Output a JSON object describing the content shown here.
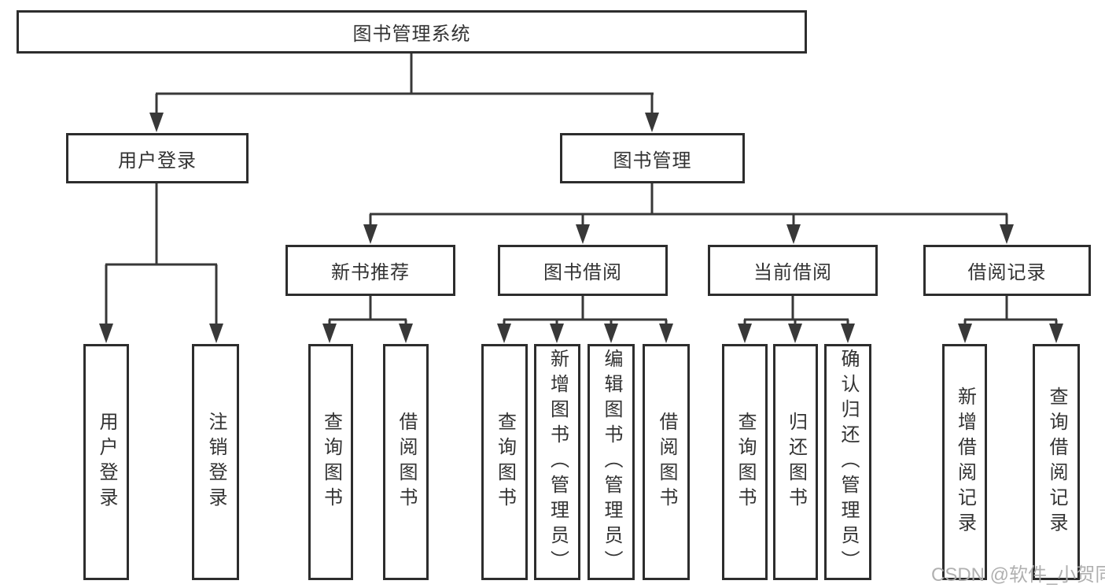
{
  "diagram": {
    "title_node": {
      "label": "图书管理系统"
    },
    "level2": {
      "user_login": {
        "label": "用户登录"
      },
      "book_mgmt": {
        "label": "图书管理"
      }
    },
    "level3": {
      "new_books": {
        "label": "新书推荐"
      },
      "book_borrow": {
        "label": "图书借阅"
      },
      "current_borrow": {
        "label": "当前借阅"
      },
      "borrow_records": {
        "label": "借阅记录"
      }
    },
    "level4": {
      "user_login_v": {
        "label": "用户登录"
      },
      "logout_v": {
        "label": "注销登录"
      },
      "query_books_a": {
        "label": "查询图书"
      },
      "borrow_books_a": {
        "label": "借阅图书"
      },
      "query_books_b": {
        "label": "查询图书"
      },
      "add_books_b": {
        "label": "新增图书（管理员）"
      },
      "edit_books_b": {
        "label": "编辑图书（管理员）"
      },
      "borrow_books_b": {
        "label": "借阅图书"
      },
      "query_books_c": {
        "label": "查询图书"
      },
      "return_books_c": {
        "label": "归还图书"
      },
      "confirm_return_c": {
        "label": "确认归还（管理员）"
      },
      "add_record_d": {
        "label": "新增借阅记录"
      },
      "query_record_d": {
        "label": "查询借阅记录"
      }
    }
  },
  "watermark": {
    "text": "CSDN @软件_小贺同学"
  },
  "colors": {
    "line": "#383838",
    "box_border": "#2d2d2d",
    "text": "#333333",
    "watermark": "#acacac",
    "background": "#ffffff"
  }
}
